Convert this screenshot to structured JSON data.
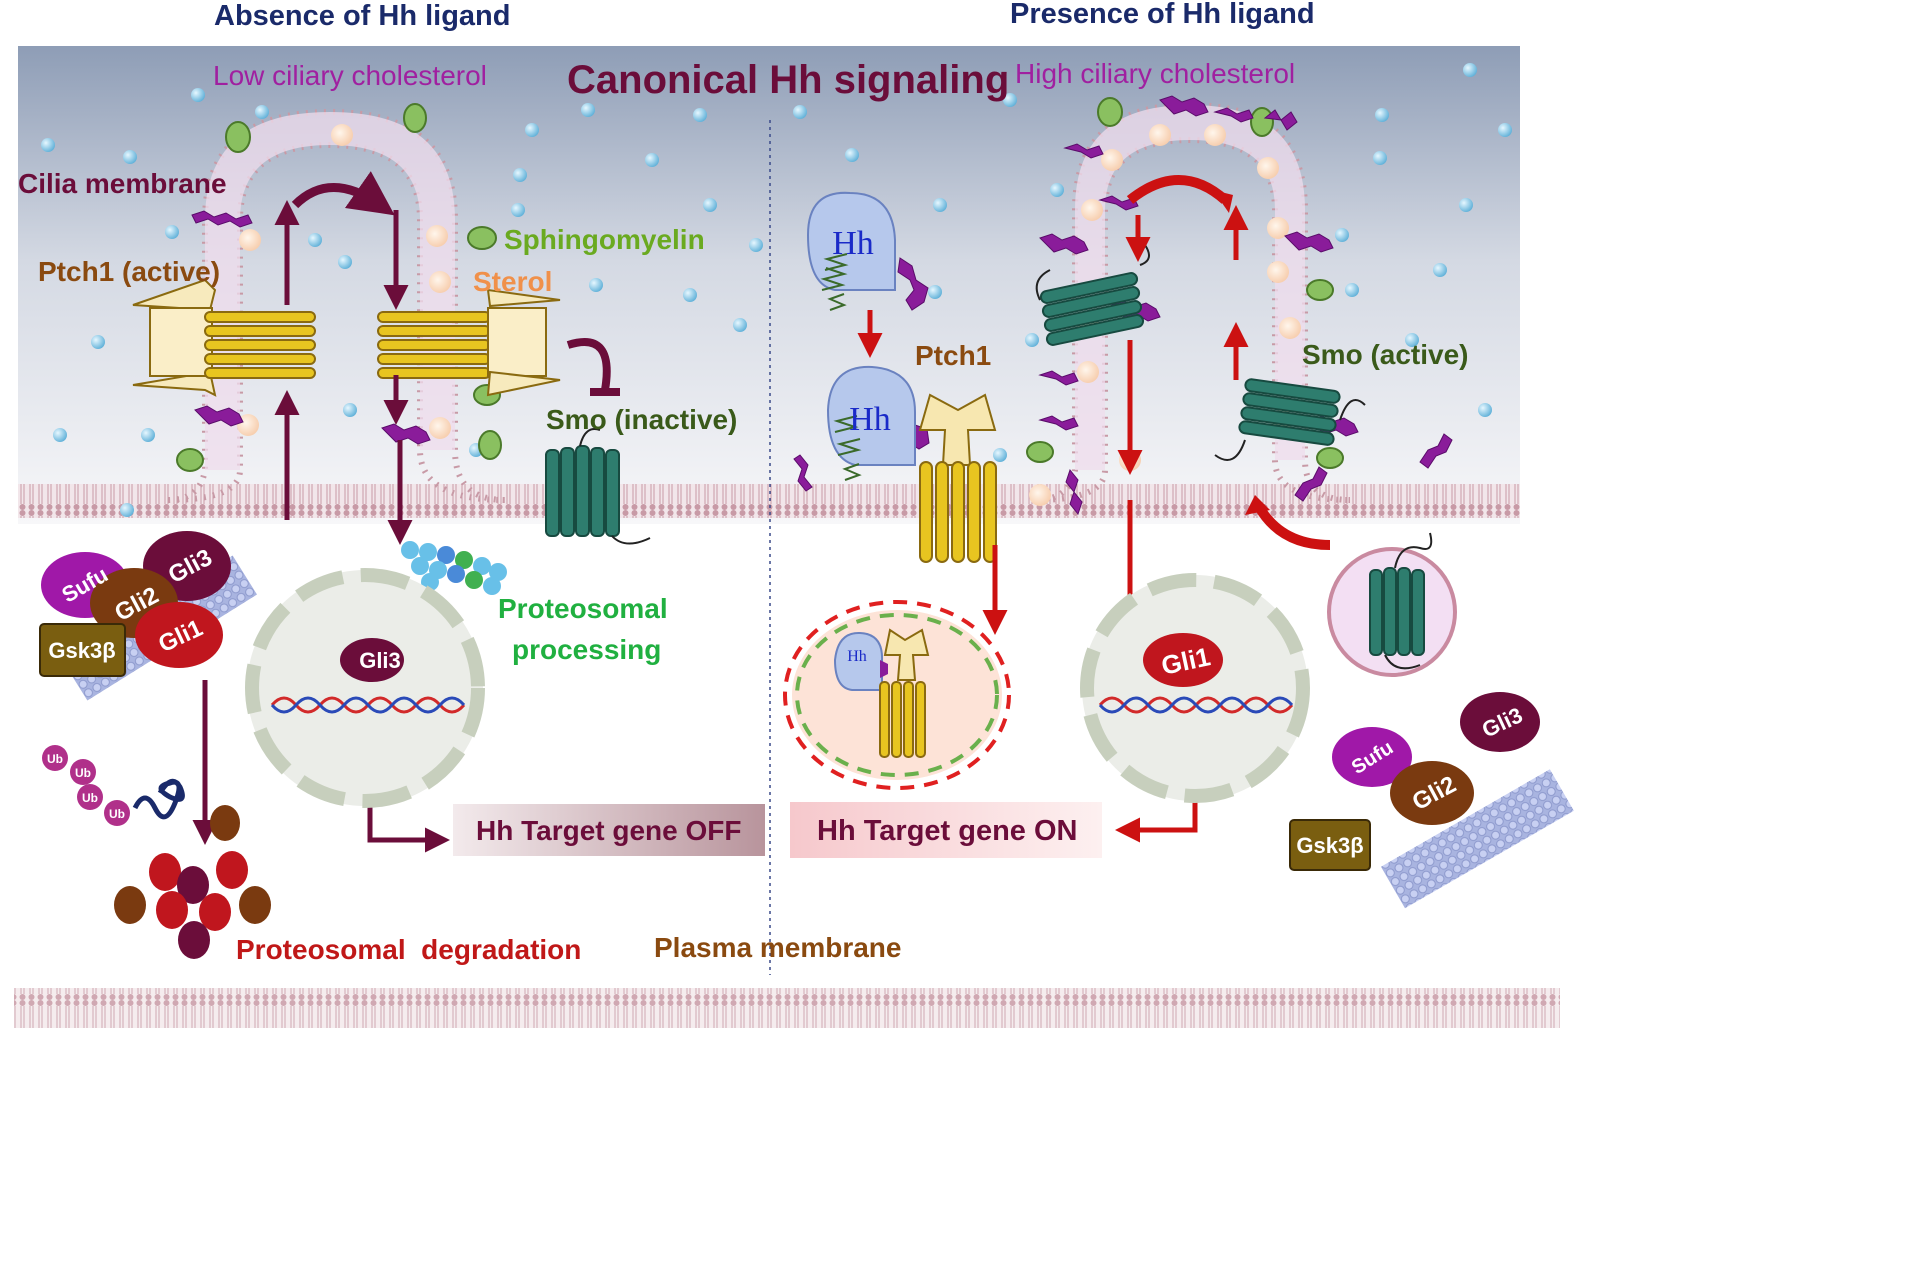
{
  "headers": {
    "left": "Absence of Hh ligand",
    "right": "Presence of Hh ligand",
    "center": "Canonical Hh signaling"
  },
  "left_panel": {
    "cholesterol": "Low ciliary cholesterol",
    "cilia_membrane": "Cilia membrane",
    "sphingomyelin": "Sphingomyelin",
    "ptch1": "Ptch1 (active)",
    "sterol": "Sterol",
    "smo": "Smo (inactive)",
    "proteosomal_processing": [
      "Proteosomal",
      "processing"
    ],
    "complex": {
      "sufu": "Sufu",
      "gli3": "Gli3",
      "gli2": "Gli2",
      "gli1": "Gli1",
      "gsk": "Gsk3β"
    },
    "nucleus_gli": "Gli3",
    "ub": [
      "Ub",
      "Ub",
      "Ub",
      "Ub"
    ],
    "target_gene": "Hh Target gene OFF",
    "degradation": "Proteosomal  degradation"
  },
  "right_panel": {
    "cholesterol": "High ciliary cholesterol",
    "hh": "Hh",
    "ptch1": "Ptch1",
    "smo": "Smo (active)",
    "nucleus_gli": "Gli1",
    "target_gene": "Hh Target gene ON",
    "complex": {
      "sufu": "Sufu",
      "gli2": "Gli2",
      "gli3": "Gli3",
      "gsk": "Gsk3β"
    }
  },
  "plasma_membrane": "Plasma membrane",
  "colors": {
    "dark_maroon": "#6b0d3a",
    "red": "#cc1111",
    "purple_text": "#a020a0",
    "green_text": "#6aaa20",
    "orange_text": "#f0904a",
    "brown_text": "#8a4a10",
    "navy": "#1a2a6a",
    "teal": "#2e7d6e"
  }
}
